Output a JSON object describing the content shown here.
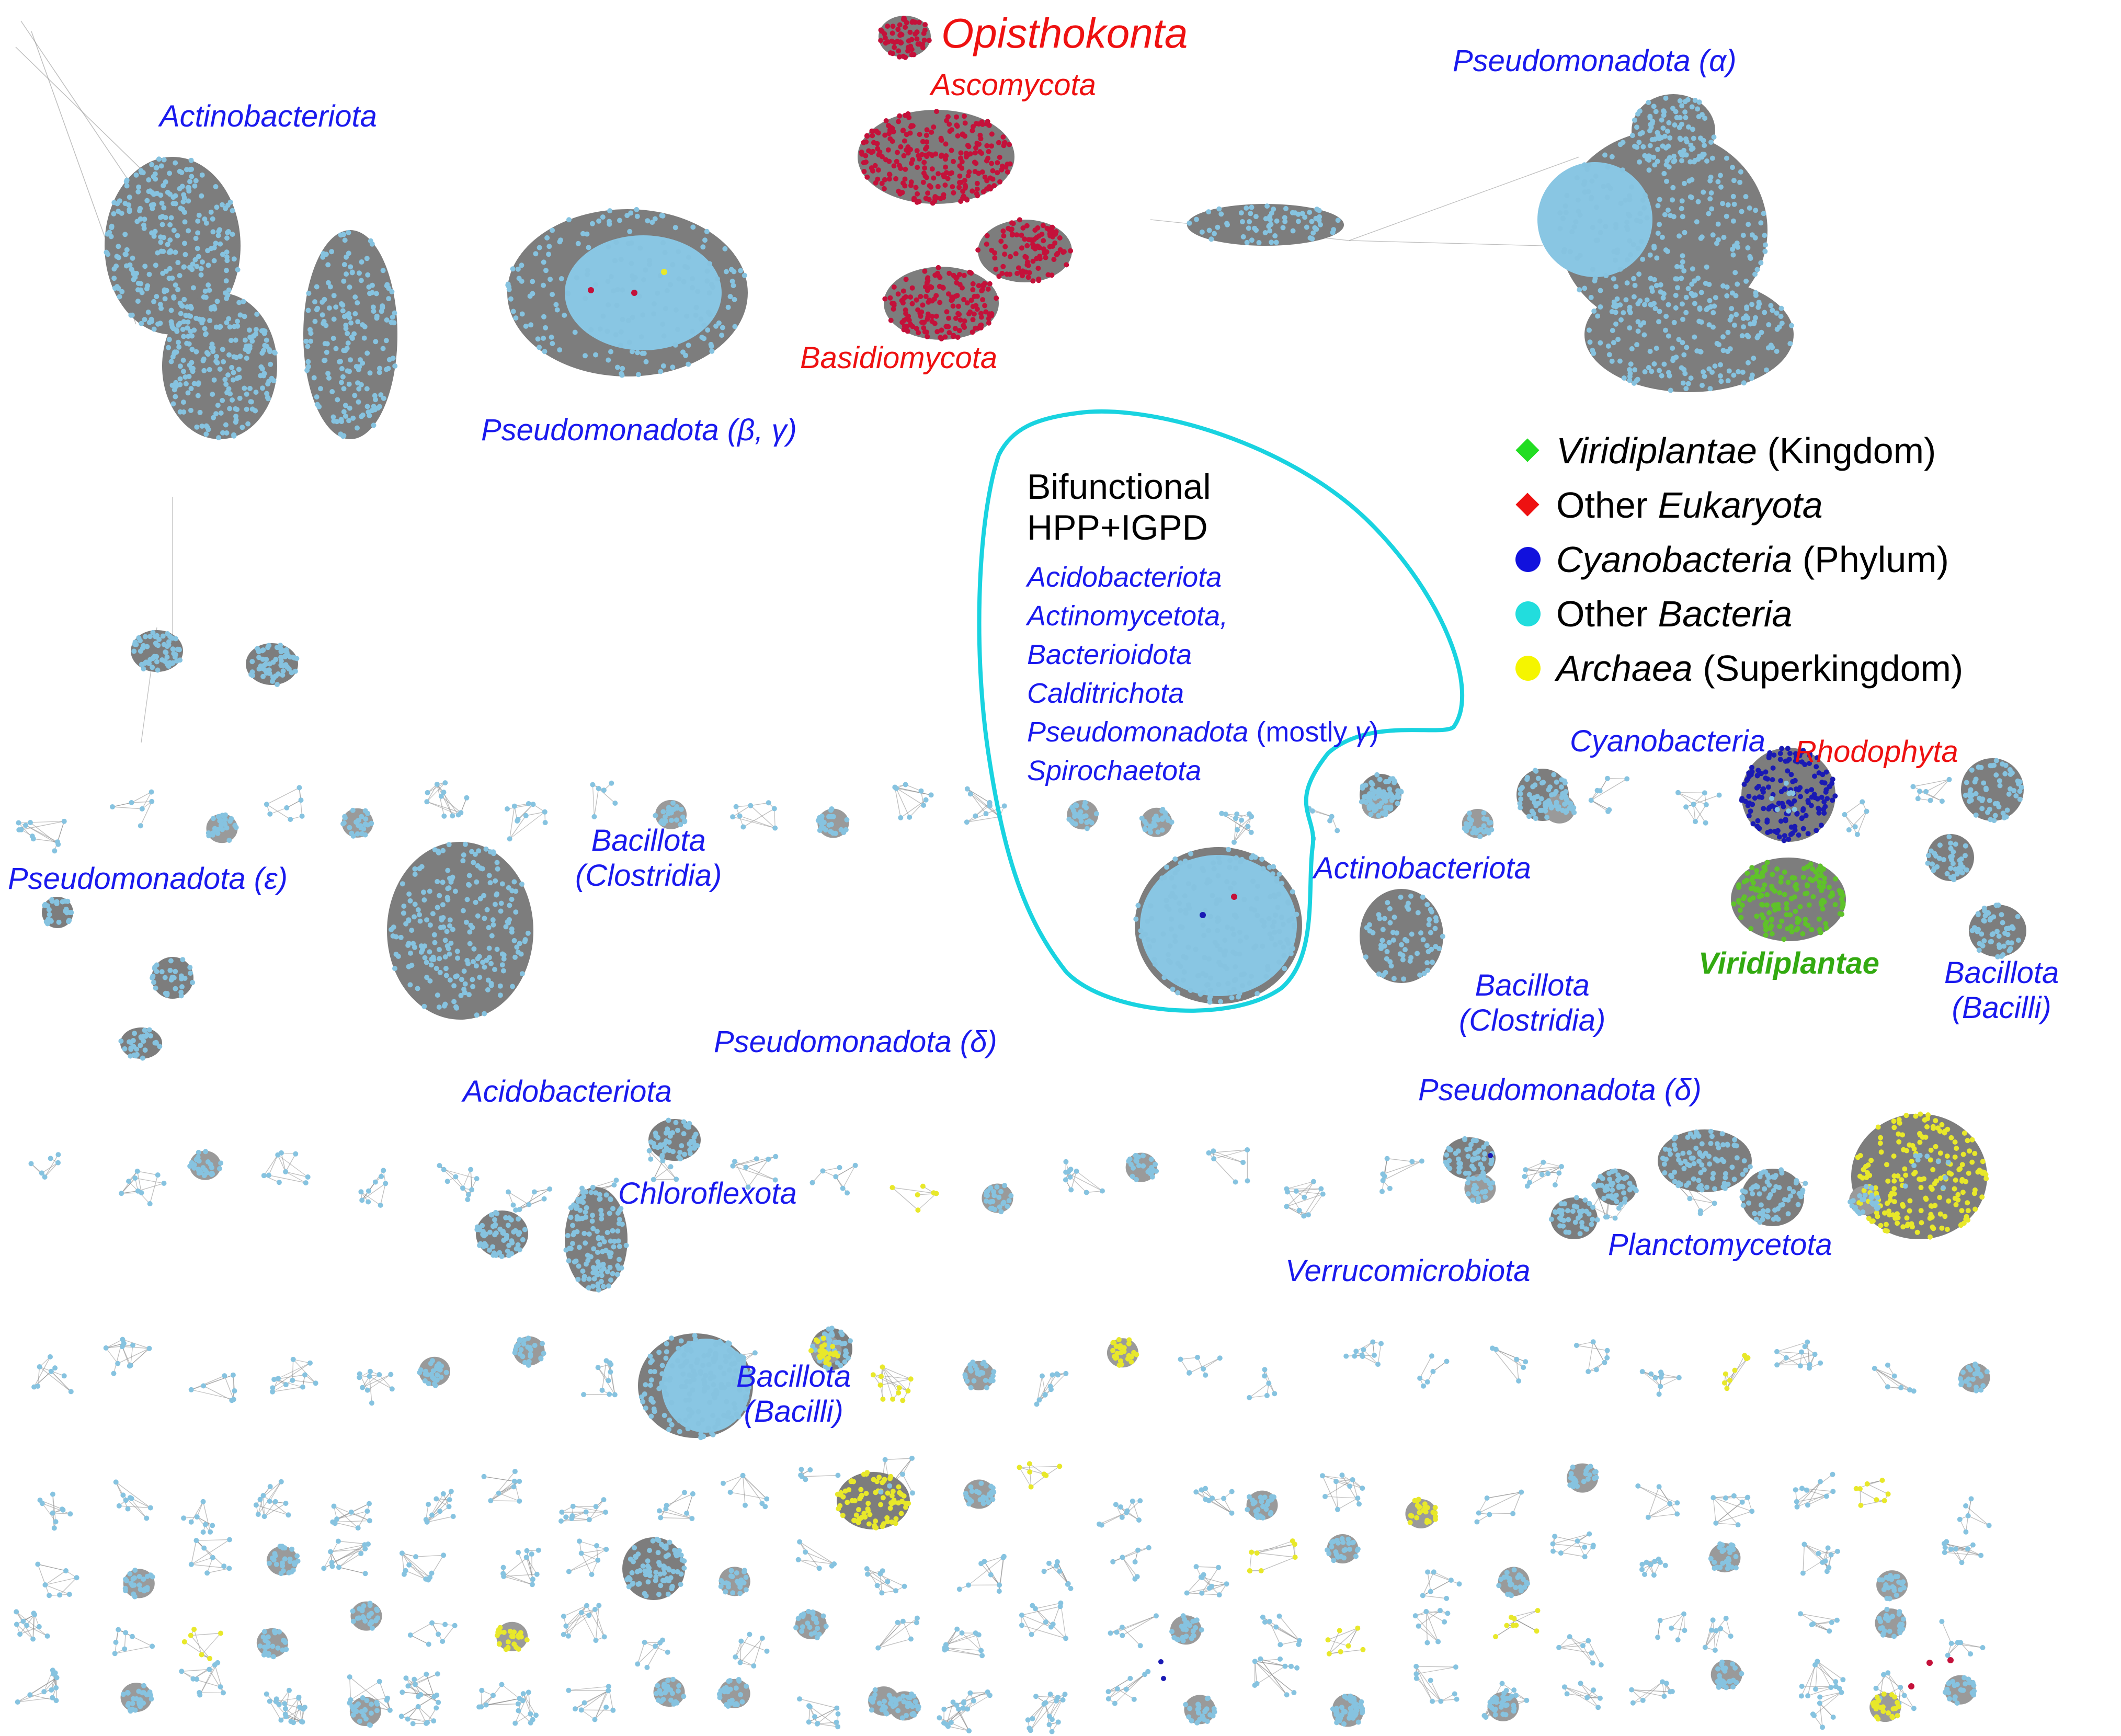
{
  "legend": {
    "items": [
      {
        "marker": "diamond",
        "color": "#22dd22",
        "taxon": "Viridiplantae",
        "rank": "(Kingdom)"
      },
      {
        "marker": "diamond",
        "color": "#ee1111",
        "prefix": "Other",
        "taxon": "Eukaryota"
      },
      {
        "marker": "circle",
        "color": "#1111dd",
        "taxon": "Cyanobacteria",
        "rank": "(Phylum)"
      },
      {
        "marker": "circle",
        "color": "#22dddd",
        "prefix": "Other",
        "taxon": "Bacteria"
      },
      {
        "marker": "circle",
        "color": "#f5f500",
        "taxon": "Archaea",
        "rank": "(Superkingdom)"
      }
    ]
  },
  "bifunctional": {
    "title_line1": "Bifunctional",
    "title_line2": "HPP+IGPD",
    "taxa": [
      "Acidobacteriota",
      "Actinomycetota,",
      "Bacterioidota",
      "Calditrichota",
      "Pseudomonadota",
      "Spirochaetota"
    ],
    "taxa_note_prefix": "(mostly",
    "taxa_note_greek": "γ",
    "taxa_note_suffix": ")"
  },
  "labels": {
    "actinobacteriota_top": "Actinobacteriota",
    "pseudo_beta_gamma": "Pseudomonadota (β, γ)",
    "opisthokonta": "Opisthokonta",
    "ascomycota": "Ascomycota",
    "basidiomycota": "Basidiomycota",
    "pseudo_alpha": "Pseudomonadota (α)",
    "pseudo_epsilon": "Pseudomonadota (ε)",
    "bacillota_clostridia_1_a": "Bacillota",
    "bacillota_clostridia_1_b": "(Clostridia)",
    "pseudo_delta_1": "Pseudomonadota (δ)",
    "cyanobacteria": "Cyanobacteria",
    "rhodophyta": "Rhodophyta",
    "actinobacteriota_mid": "Actinobacteriota",
    "bacillota_clostridia_2_a": "Bacillota",
    "bacillota_clostridia_2_b": "(Clostridia)",
    "viridiplantae": "Viridiplantae",
    "bacillota_bacilli_1_a": "Bacillota",
    "bacillota_bacilli_1_b": "(Bacilli)",
    "acidobacteriota": "Acidobacteriota",
    "chloroflexota": "Chloroflexota",
    "pseudo_delta_2": "Pseudomonadota (δ)",
    "verrucomicrobiota": "Verrucomicrobiota",
    "planctomycetota": "Planctomycetota",
    "bacillota_bacilli_2_a": "Bacillota",
    "bacillota_bacilli_2_b": "(Bacilli)"
  },
  "colors": {
    "other_bacteria_node": "#86c3e0",
    "eukaryota_node": "#c4113a",
    "cyanobacteria_node": "#1a1ab4",
    "viridiplantae_node": "#5fc22a",
    "archaea_node": "#e8e82a",
    "edge": "#8a8a8a",
    "bifunctional_outline": "#19d3e0"
  }
}
